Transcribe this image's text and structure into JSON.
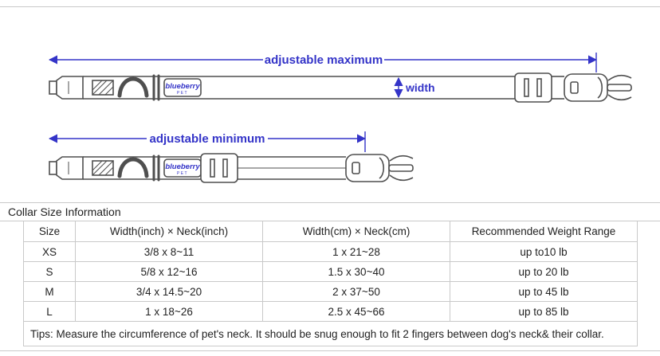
{
  "colors": {
    "accent": "#3434c8",
    "line": "#4f4f4f",
    "border": "#c9c9c9",
    "text": "#222222"
  },
  "diagram": {
    "adjustable_maximum_label": "adjustable maximum",
    "adjustable_minimum_label": "adjustable minimum",
    "width_label": "width",
    "brand": "blueberry",
    "brand_sub": "PET"
  },
  "table": {
    "caption": "Collar Size Information",
    "headers": [
      "Size",
      "Width(inch)  ×  Neck(inch)",
      "Width(cm)  ×  Neck(cm)",
      "Recommended Weight Range"
    ],
    "rows": [
      [
        "XS",
        "3/8 x 8~11",
        "1 x 21~28",
        "up to10 lb"
      ],
      [
        "S",
        "5/8 x 12~16",
        "1.5 x 30~40",
        "up to 20 lb"
      ],
      [
        "M",
        "3/4 x 14.5~20",
        "2 x 37~50",
        "up to 45 lb"
      ],
      [
        "L",
        "1 x 18~26",
        "2.5 x 45~66",
        "up to 85 lb"
      ]
    ],
    "tips": "Tips: Measure the circumference of pet's neck. It should be snug enough to fit 2 fingers between dog's neck& their collar."
  }
}
